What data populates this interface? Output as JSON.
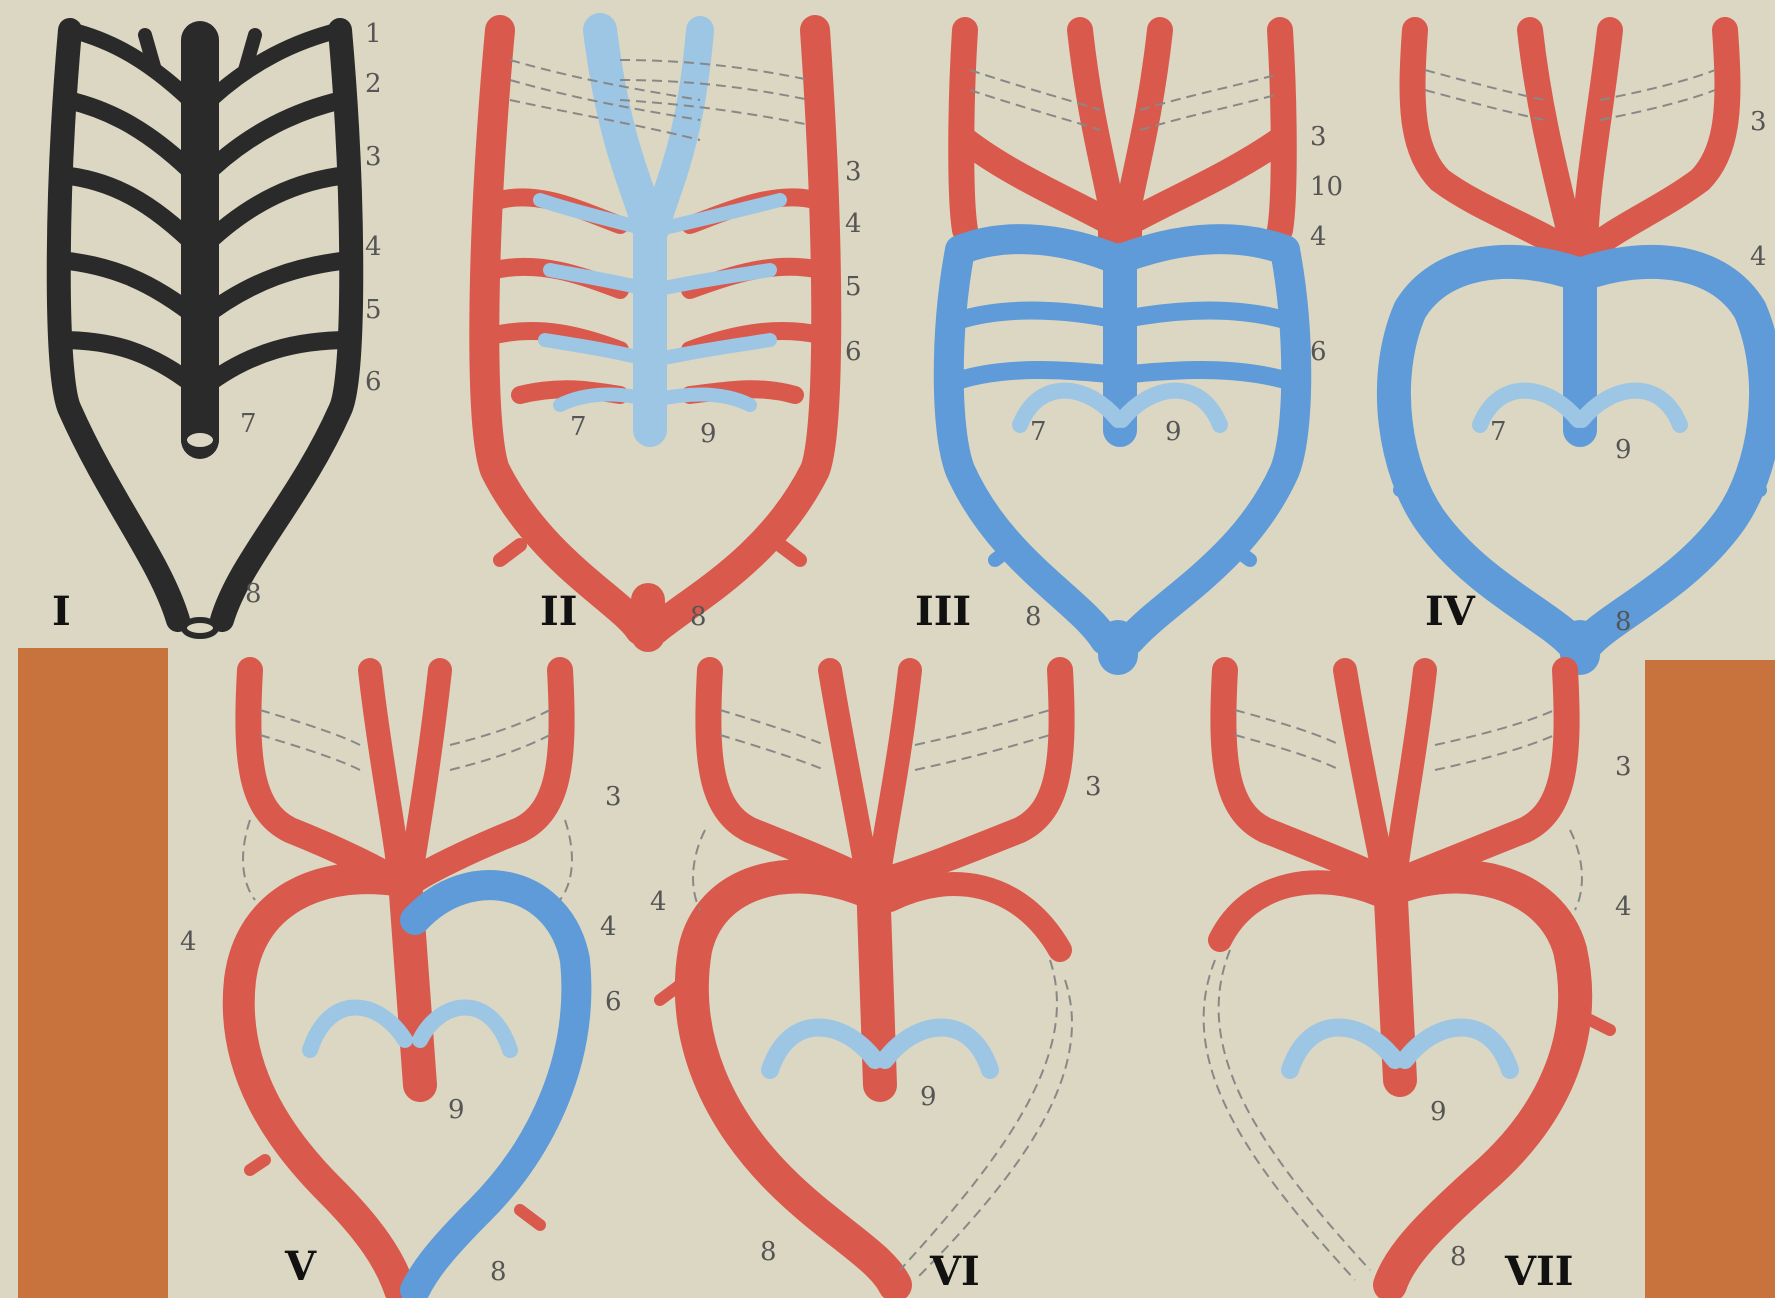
{
  "figure": {
    "colors": {
      "background": "#dcd7c2",
      "artery_red": "#d95a4c",
      "vessel_blue": "#5e9bd8",
      "pulmonary_light_blue": "#9cc6e4",
      "primitive_dark": "#2a2a2a",
      "side_tab_orange": "#c8733e"
    },
    "panels": [
      {
        "id": "I",
        "roman": "I",
        "numbers": [
          "1",
          "2",
          "3",
          "4",
          "5",
          "6",
          "7",
          "8"
        ]
      },
      {
        "id": "II",
        "roman": "II",
        "numbers": [
          "3",
          "4",
          "5",
          "6",
          "7",
          "9",
          "8"
        ]
      },
      {
        "id": "III",
        "roman": "III",
        "numbers": [
          "3",
          "10",
          "4",
          "6",
          "7",
          "9",
          "8"
        ]
      },
      {
        "id": "IV",
        "roman": "IV",
        "numbers": [
          "3",
          "4",
          "7",
          "9",
          "8"
        ]
      },
      {
        "id": "V",
        "roman": "V",
        "numbers": [
          "3",
          "4",
          "4",
          "6",
          "9",
          "8"
        ]
      },
      {
        "id": "VI",
        "roman": "VI",
        "numbers": [
          "3",
          "4",
          "9",
          "8"
        ]
      },
      {
        "id": "VII",
        "roman": "VII",
        "numbers": [
          "3",
          "4",
          "9",
          "8"
        ]
      }
    ]
  }
}
